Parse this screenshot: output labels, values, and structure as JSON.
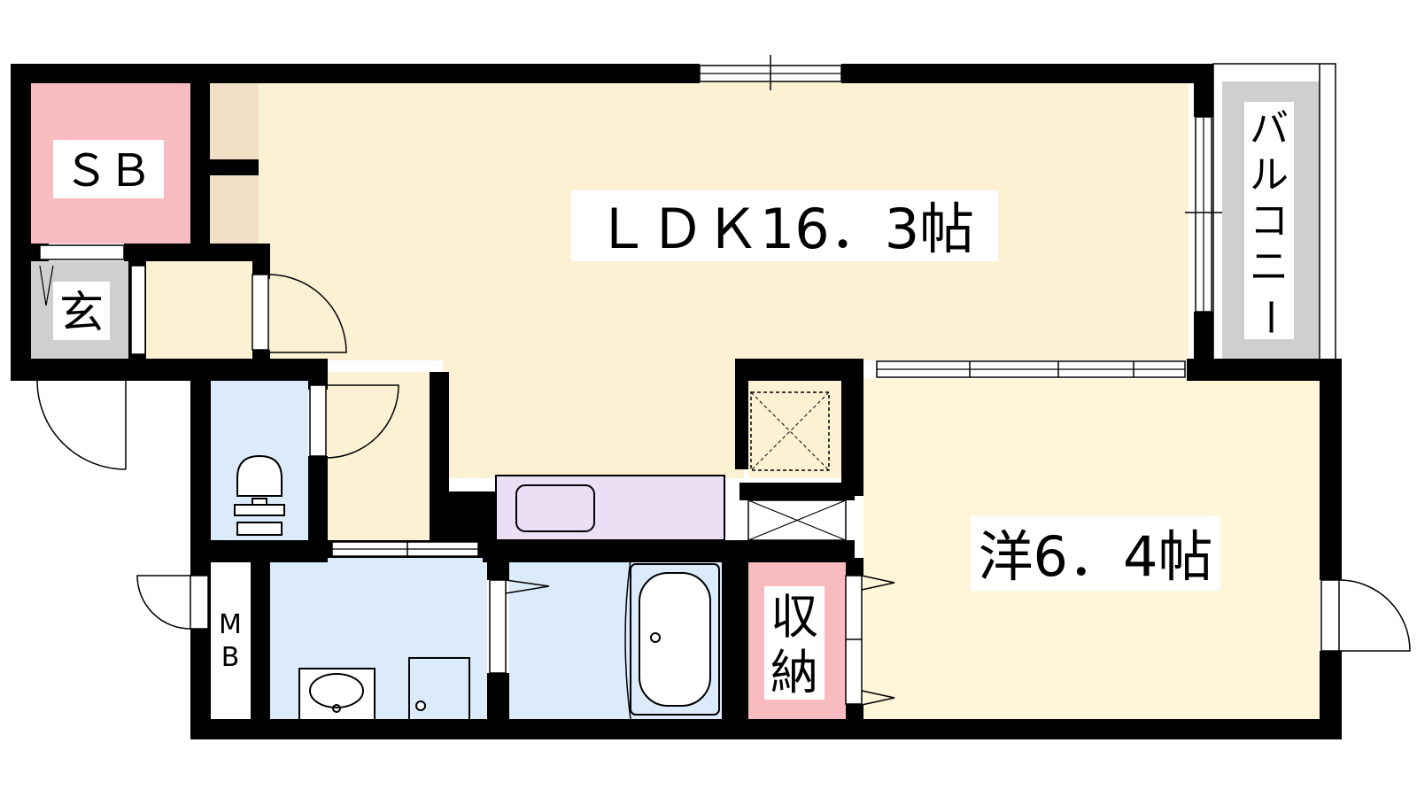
{
  "rooms": {
    "ldk": {
      "label": "ＬＤＫ16．3帖"
    },
    "western": {
      "label": "洋6．4帖"
    },
    "sb": {
      "label": "ＳＢ"
    },
    "genkan": {
      "label": "玄"
    },
    "mb": {
      "label_top": "M",
      "label_bottom": "B"
    },
    "storage": {
      "label_top": "収",
      "label_bottom": "納"
    },
    "balcony": {
      "chars": [
        "バ",
        "ル",
        "コ",
        "ニ",
        "ー"
      ]
    }
  },
  "colors": {
    "wall": "#000000",
    "ldk_floor": "#fdf1d4",
    "western_floor": "#fff5d9",
    "sb_fill": "#f8bcc0",
    "storage_fill": "#f8bcc0",
    "balcony_fill": "#cfcfcf",
    "genkan_fill": "#cfcfcf",
    "wet_area": "#dcebfa",
    "kitchen": "#eadff5",
    "shelf": "#f1dfc6"
  }
}
